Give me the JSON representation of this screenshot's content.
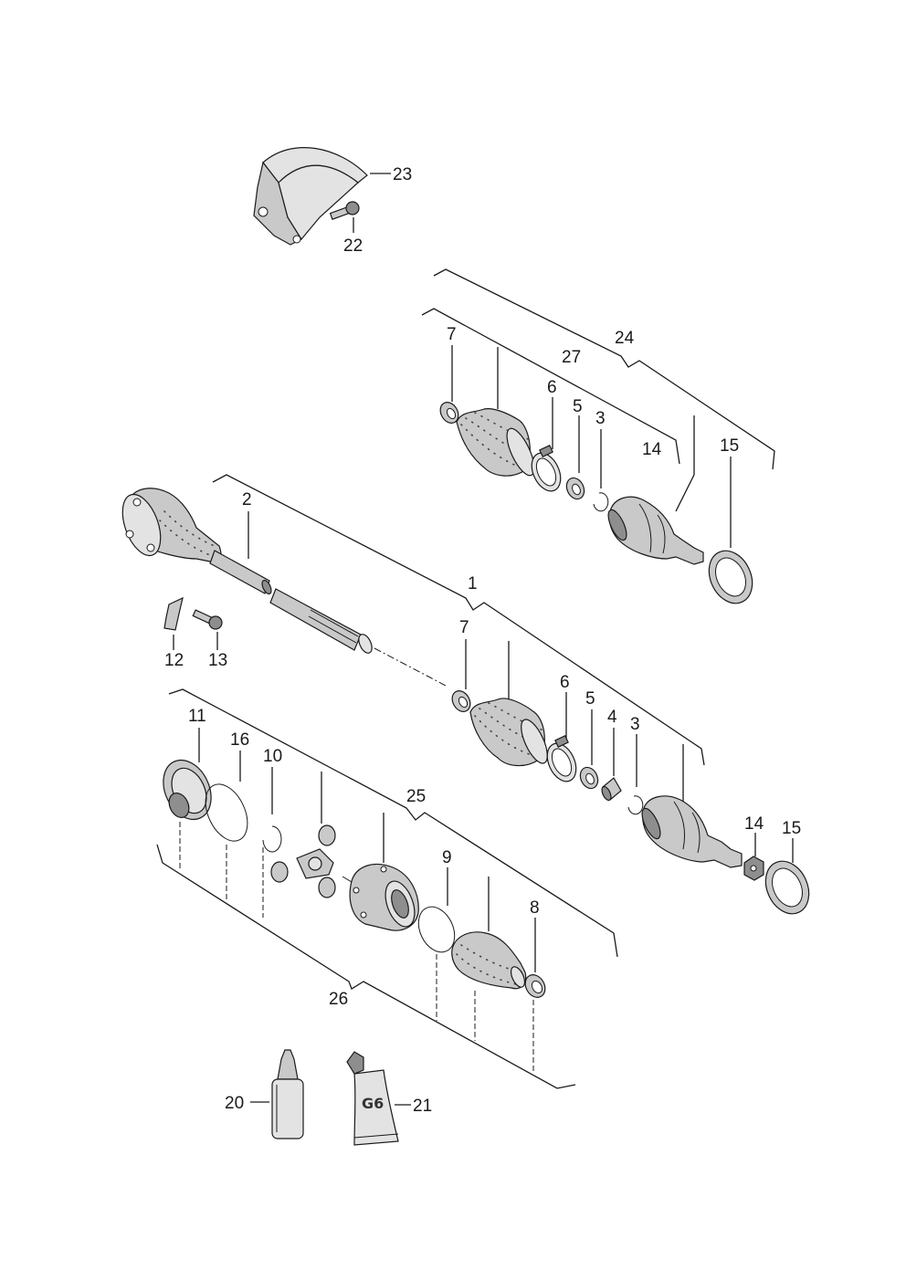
{
  "labels": {
    "l1": "1",
    "l2": "2",
    "l3a": "3",
    "l3b": "3",
    "l4": "4",
    "l5a": "5",
    "l5b": "5",
    "l6a": "6",
    "l6b": "6",
    "l7a": "7",
    "l7b": "7",
    "l8": "8",
    "l9": "9",
    "l10": "10",
    "l11": "11",
    "l12": "12",
    "l13": "13",
    "l14a": "14",
    "l14b": "14",
    "l15a": "15",
    "l15b": "15",
    "l16": "16",
    "l20": "20",
    "l21": "21",
    "l22": "22",
    "l23": "23",
    "l24": "24",
    "l25": "25",
    "l26": "26",
    "l27": "27"
  },
  "tube_marking": "G6"
}
